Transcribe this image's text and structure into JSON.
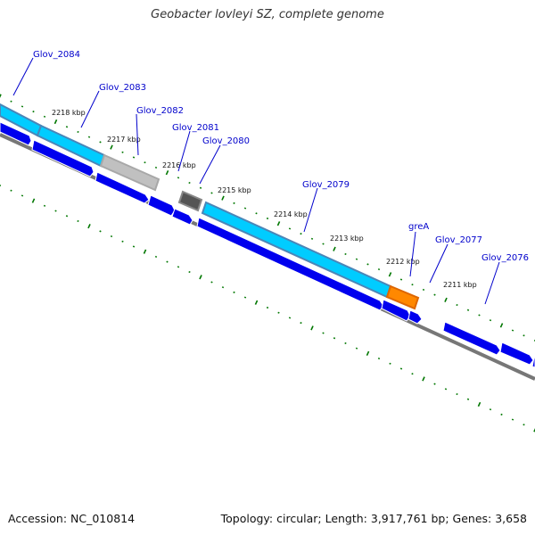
{
  "title": "Geobacter lovleyi SZ, complete genome",
  "footer": {
    "accession": "Accession: NC_010814",
    "topology": "Topology: circular; Length: 3,917,761 bp; Genes: 3,658"
  },
  "ticks": [
    "2218 kbp",
    "2217 kbp",
    "2216 kbp",
    "2215 kbp",
    "2214 kbp",
    "2213 kbp",
    "2212 kbp",
    "2211 kbp"
  ],
  "genes": [
    "Glov_2084",
    "Glov_2083",
    "Glov_2082",
    "Glov_2081",
    "Glov_2080",
    "Glov_2079",
    "greA",
    "Glov_2077",
    "Glov_2076"
  ],
  "colors": {
    "cds": "#0000ee",
    "gene_light": "#00ccff",
    "gene_steel": "#4a86b8",
    "gene_gray": "#c0c0c0",
    "gene_dark": "#555555",
    "gene_orange": "#ff8800",
    "backbone": "#777777",
    "tick": "#007700",
    "label": "#0000cc"
  }
}
